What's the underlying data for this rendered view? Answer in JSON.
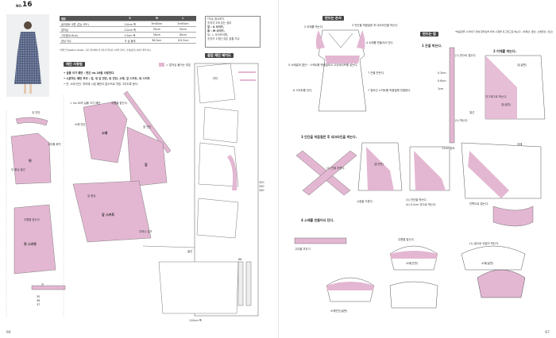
{
  "colors": {
    "accent": "#e3b7d2",
    "dark": "#444444"
  },
  "header": {
    "no_label": "NO.",
    "no_value": "16"
  },
  "size_table": {
    "headers": [
      "재료",
      "S",
      "M",
      "L"
    ],
    "rows": [
      [
        "글리센트 코튼 (콘뉴 보드)",
        "110cm 폭",
        "3m90cm",
        "3m90cm"
      ],
      [
        "접착심",
        "112cm 폭",
        "50cm",
        "50cm"
      ],
      [
        "고무줄(0.8cm)",
        "0.5cm 폭",
        "56cm",
        "60cm"
      ],
      [
        "완성 치수",
        "가 슴 둘레",
        "98.5cm",
        "101.5cm"
      ]
    ]
  },
  "note_box": {
    "lines": [
      "*치수 참고하기",
      "숫자가 3개 있는 경우",
      "앞 : S 사이즈,",
      "중 : M 사이즈,",
      "뒤 : L 사이즈이며,",
      "숫자가 1개인 것은 공통 치수"
    ]
  },
  "size_note": "*실물크기(pattern sheet) : 다른 치수에서 전 치수가 입니다 시작의 가이드 소개(공헌) 사이즈 해석 하시.",
  "left": {
    "method_tag": "재단 사용법",
    "pink_legend": "= 접착심 붙이는 부분",
    "steps": [
      "• 실물 크기 패턴 : 면은 no.16을 사용한다.",
      "• 시분하는 패턴 부위 : 앞, 뒤 앞 안단, 뒤 안단, 소매, 앞 스커트, 뒤 스커트",
      "• 끈, 소매 안단, 허리에 시접 패턴이 없으므로 직접 그리도록 한다."
    ],
    "small_note": "= no.16의 실물 크기 패턴",
    "layout_tag": "겉감 재단 배치도",
    "labels": {
      "back_neck_facing": "뒤 안단",
      "sleeve_facing": "소매 안단",
      "elastic_pos": "고무줄 위치",
      "back": "뒤",
      "back_center": "뒤 중심 골선",
      "front": "앞",
      "sleeve": "소매",
      "front_facing": "앞 안단",
      "armhole": "주름을 잡는다.",
      "tie": "끈",
      "front_skirt": "앞 스커트",
      "back_skirt": "뒤 스커트",
      "skirt_pocket": "주름을 잡는다.",
      "pocket_pos": "주머니 입구",
      "front_center": "앞 중심",
      "width": "110cm 폭",
      "length_m": "320",
      "length_s": "330",
      "length_l": "340",
      "selvage": "안단",
      "fold": "골선",
      "a66": "66",
      "b35": "35",
      "b36": "36",
      "b37": "37"
    },
    "page_number": "66"
  },
  "right": {
    "sewing_order_tag": "만드는 순서",
    "order_items": [
      "2 어깨를 박는다.",
      "3 안단을 박음질한 후 네크라인을 박는다.",
      "4 소매를 만들어서 단다.",
      "5 소매밑과 옆선~ 스커트를 박음질하고 고무테이프를 넣는다.",
      "6 스커트를 단다.",
      "7 끈을 만든다.",
      "1 끈을 박는다.",
      "7 옆트인 스커트를 박음질해 연결한다."
    ],
    "tie_tag": "만드는 법",
    "tie_note": "*박음질을 시작하기 전에 접착심을 붙여 시접을 지그재그로 박는다. (어깨선, 옆선, 소매밑선, 안단)",
    "step1": "1 끈을 박는다.",
    "step2": "2 어깨를 박는다.",
    "step3": "3 안단을 박음질한 후 네크라인을 박는다.",
    "step4": "4 소매를 만들어서 단다.",
    "labels": {
      "fold": "(1) 반으로 접는다.",
      "stitch": "(2) 박는다.",
      "back_r": "뒤(겉면)",
      "front_r": "앞(겉면)",
      "front_w": "앞(안면)",
      "sleeve_w": "소매(안면)",
      "sleeve_r": "소매(겉면)",
      "sleeve_f": "소매안단(겉면)",
      "zigzag": "지그재그로 박는다.",
      "cut": "(2) 끈을 끼운다.",
      "press": "시접을 가른다.",
      "cm03": "0.3cm",
      "cm08": "0.8cm",
      "cm1": "1cm",
      "cm11": "11cm 정도",
      "side": "옆선",
      "elastic": "고무줄 끼우기",
      "gather": "주름을 잡는다.",
      "topstitch": "(1) 겉으로 뒤집어 박는다.",
      "shoulder": "어깨",
      "fold2": "안쪽으로 접는다.",
      "note3": "(3) 안단을 박는다.",
      "note4": "(4) 0.2cm 안으로 박는다."
    },
    "page_number": "67"
  }
}
